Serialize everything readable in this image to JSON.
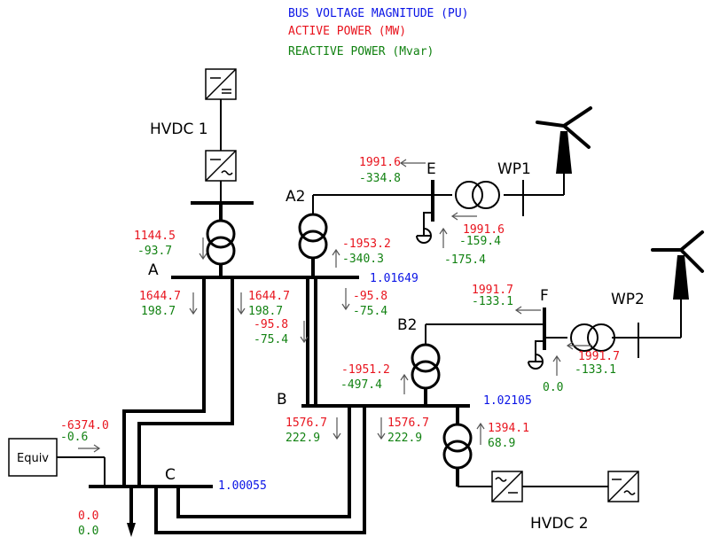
{
  "legend": {
    "voltage": "BUS VOLTAGE MAGNITUDE (PU)",
    "active": "ACTIVE POWER (MW)",
    "reactive": "REACTIVE POWER (Mvar)"
  },
  "colors": {
    "voltage": "#0a14e6",
    "active": "#e8141e",
    "reactive": "#128212"
  },
  "labels": {
    "hvdc1": "HVDC 1",
    "hvdc2": "HVDC 2",
    "wp1": "WP1",
    "wp2": "WP2",
    "bus_a": "A",
    "bus_a2": "A2",
    "bus_b": "B",
    "bus_b2": "B2",
    "bus_c": "C",
    "bus_e": "E",
    "bus_f": "F",
    "equiv": "Equiv"
  },
  "voltages": {
    "a": "1.01649",
    "b": "1.02105",
    "c": "1.00055"
  },
  "flows": {
    "e_p": "1991.6",
    "e_q": "-334.8",
    "wp1_p": "1991.6",
    "wp1_q": "-159.4",
    "e_shunt_q": "-175.4",
    "hvdc1_p": "1144.5",
    "hvdc1_q": "-93.7",
    "a2_p": "-1953.2",
    "a2_q": "-340.3",
    "ab1_p": "1644.7",
    "ab1_q": "198.7",
    "ab2_p": "1644.7",
    "ab2_q": "198.7",
    "ab3_p": "-95.8",
    "ab3_q": "-75.4",
    "ab4_p": "-95.8",
    "ab4_q": "-75.4",
    "f_p": "1991.7",
    "f_q": "-133.1",
    "wp2_p": "1991.7",
    "wp2_q": "-133.1",
    "f_shunt_q": "0.0",
    "b2_p": "-1951.2",
    "b2_q": "-497.4",
    "bc1_p": "1576.7",
    "bc1_q": "222.9",
    "bc2_p": "1576.7",
    "bc2_q": "222.9",
    "hvdc2_p": "1394.1",
    "hvdc2_q": "68.9",
    "equiv_p": "-6374.0",
    "equiv_q": "-0.6",
    "load_p": "0.0",
    "load_q": "0.0"
  }
}
